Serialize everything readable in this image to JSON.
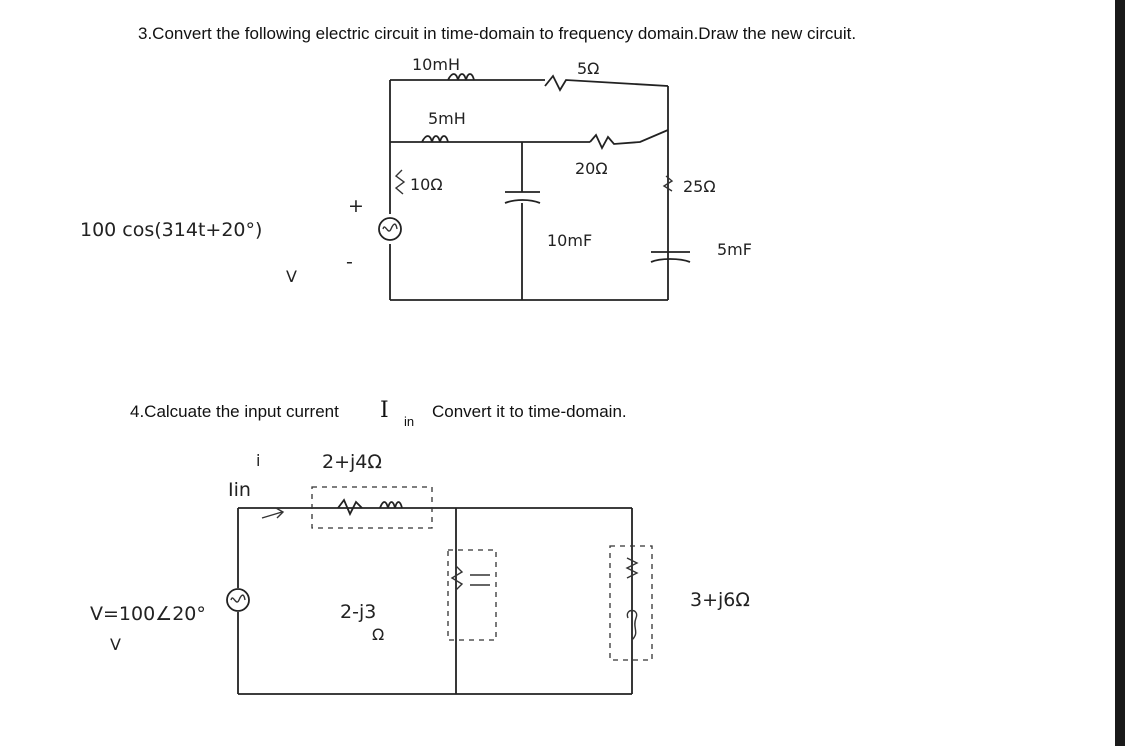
{
  "question3": {
    "text": "3.Convert the following electric circuit in time-domain to frequency domain.Draw the new circuit.",
    "labels": {
      "inductor_top": "10mH",
      "resistor_top": "5Ω",
      "inductor_mid": "5mH",
      "resistor_10": "10Ω",
      "resistor_20": "20Ω",
      "resistor_25": "25Ω",
      "capacitor_10": "10mF",
      "capacitor_5": "5mF",
      "source": "100 cos(314t+20°)",
      "source_unit": "V",
      "plus": "+",
      "minus": "-"
    }
  },
  "question4": {
    "text_a": "4.Calcuate the input current",
    "text_b": "Convert it to time-domain.",
    "current_symbol": "I",
    "current_sub": "in",
    "labels": {
      "current": "Iin",
      "current_i": "i",
      "series_impedance": "2+j4Ω",
      "mid_impedance": "2-j3",
      "mid_unit": "Ω",
      "right_impedance": "3+j6Ω",
      "source": "V=100∠20°",
      "source_unit": "V"
    }
  }
}
